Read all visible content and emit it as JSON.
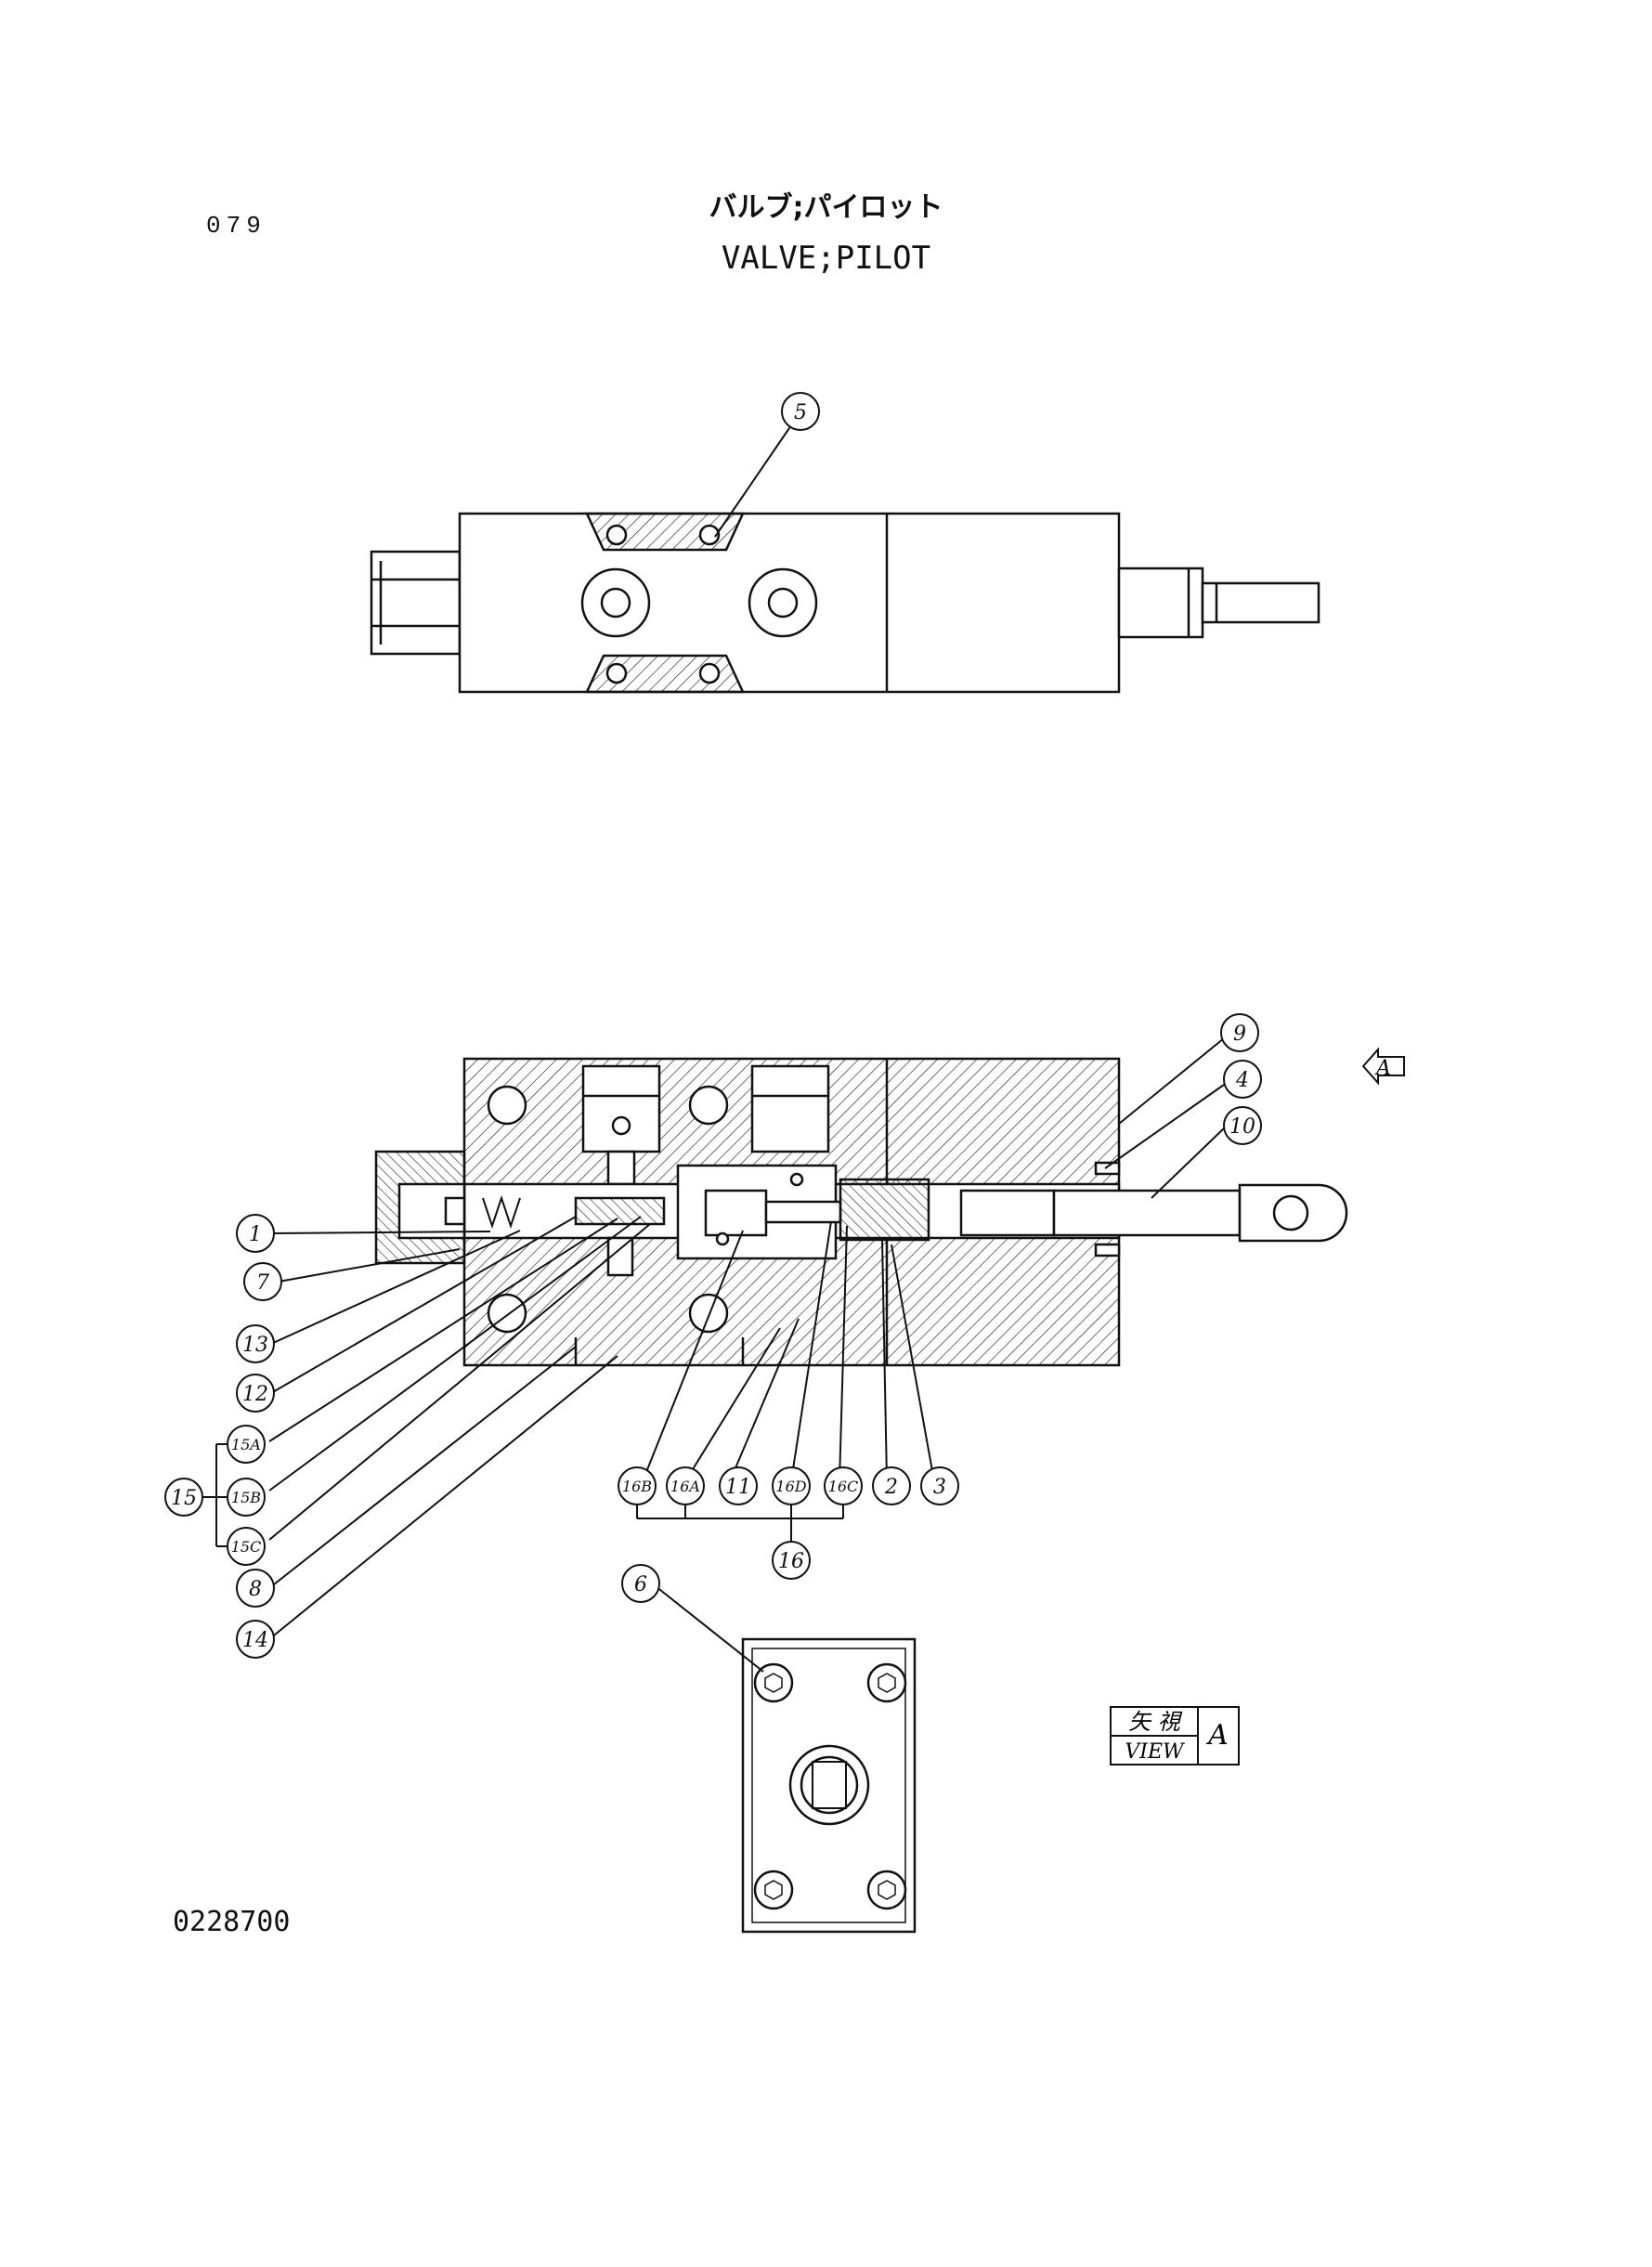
{
  "header": {
    "page_number": "079",
    "title_jp": "バルブ;パイロット",
    "title_en": "VALVE;PILOT"
  },
  "footer": {
    "drawing_number": "0228700"
  },
  "view_arrow": {
    "label": "A"
  },
  "view_label": {
    "jp": "矢 視",
    "en": "VIEW",
    "letter": "A"
  },
  "callouts": {
    "c1": "1",
    "c2": "2",
    "c3": "3",
    "c4": "4",
    "c5": "5",
    "c6": "6",
    "c7": "7",
    "c8": "8",
    "c9": "9",
    "c10": "10",
    "c11": "11",
    "c12": "12",
    "c13": "13",
    "c14": "14",
    "c15": "15",
    "c15a": "15A",
    "c15b": "15B",
    "c15c": "15C",
    "c16": "16",
    "c16a": "16A",
    "c16b": "16B",
    "c16c": "16C",
    "c16d": "16D"
  }
}
